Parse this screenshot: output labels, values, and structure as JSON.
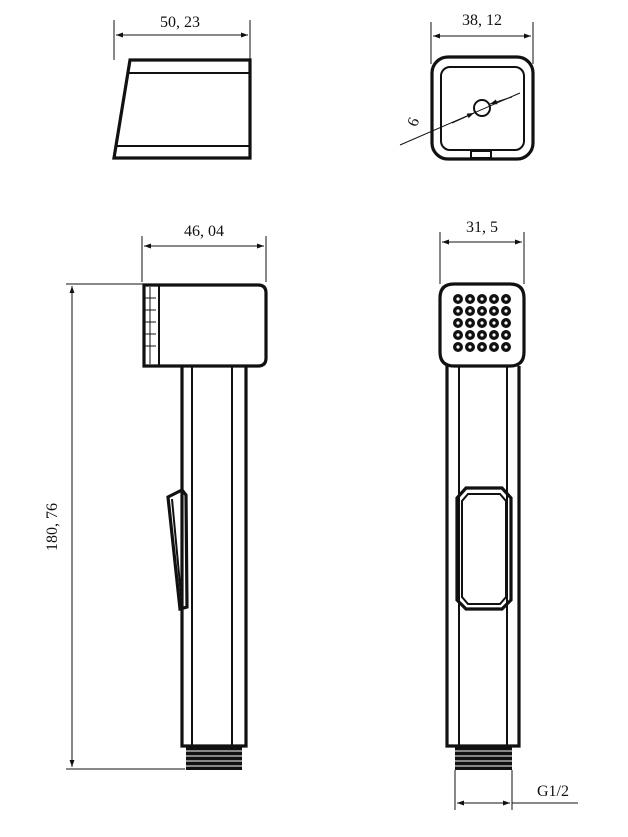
{
  "dimensions": {
    "holder_width": "50, 23",
    "holder_front_width": "38, 12",
    "hole_diameter": "6",
    "head_side_width": "46, 04",
    "head_front_width": "31, 5",
    "total_length": "180, 76",
    "thread": "G1/2"
  }
}
